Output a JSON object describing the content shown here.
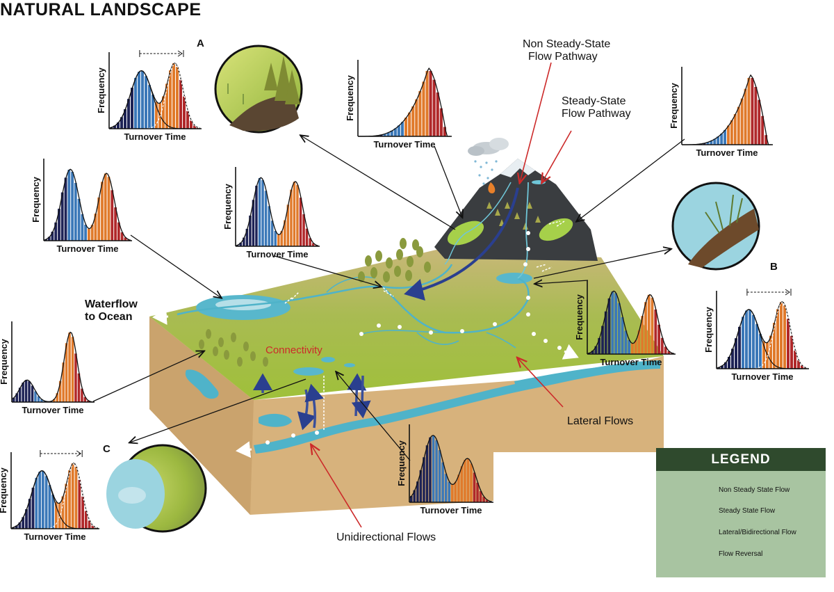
{
  "title": "NATURAL LANDSCAPE",
  "labels": {
    "a": "A",
    "b": "B",
    "c": "C",
    "non_steady_pathway_1": "Non Steady-State",
    "non_steady_pathway_2": "Flow Pathway",
    "steady_pathway_1": "Steady-State",
    "steady_pathway_2": "Flow Pathway",
    "waterflow_1": "Waterflow",
    "waterflow_2": "to Ocean",
    "connectivity": "Connectivity",
    "lateral_flows": "Lateral Flows",
    "unidirectional_flows": "Unidirectional Flows"
  },
  "histogram_axes": {
    "ylabel": "Frequency",
    "xlabel": "Turnover Time"
  },
  "legend": {
    "header": "LEGEND",
    "items": [
      {
        "label": "Non Steady State Flow"
      },
      {
        "label": "Steady State Flow"
      },
      {
        "label": "Lateral/Bidirectional Flow"
      },
      {
        "label": "Flow Reversal"
      }
    ]
  },
  "colors": {
    "ground_top": "#9fb84a",
    "ground_side": "#d9b37e",
    "water": "#4fb3c9",
    "mountain": "#3a3d40",
    "navy": "#1e2356",
    "blue": "#3b78b8",
    "orange": "#e07a2b",
    "red": "#b0282a",
    "legend_header": "#2f4a2d",
    "legend_body": "#a8c4a1",
    "pathway_arrow": "#cc2a2a",
    "connectivity_text": "#cc2a2a"
  }
}
